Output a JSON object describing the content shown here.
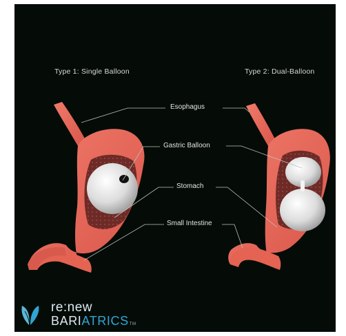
{
  "captions": {
    "type1": "Type 1: Single Balloon",
    "type2": "Type 2: Dual-Balloon"
  },
  "labels": {
    "esophagus": "Esophagus",
    "gastric_balloon": "Gastric Balloon",
    "stomach": "Stomach",
    "small_intestine": "Small Intestine"
  },
  "logo": {
    "line1": "re:new",
    "line2_part1": "BARI",
    "line2_part2": "ATRICS",
    "tm": "TM"
  },
  "colors": {
    "background": "#050c08",
    "stomach": "#e8685a",
    "stomach_inner": "#6e2a26",
    "balloon": "#e9e9e9",
    "logo_accent": "#2fa6d3"
  },
  "icons": [
    "leaf-logo-icon"
  ]
}
